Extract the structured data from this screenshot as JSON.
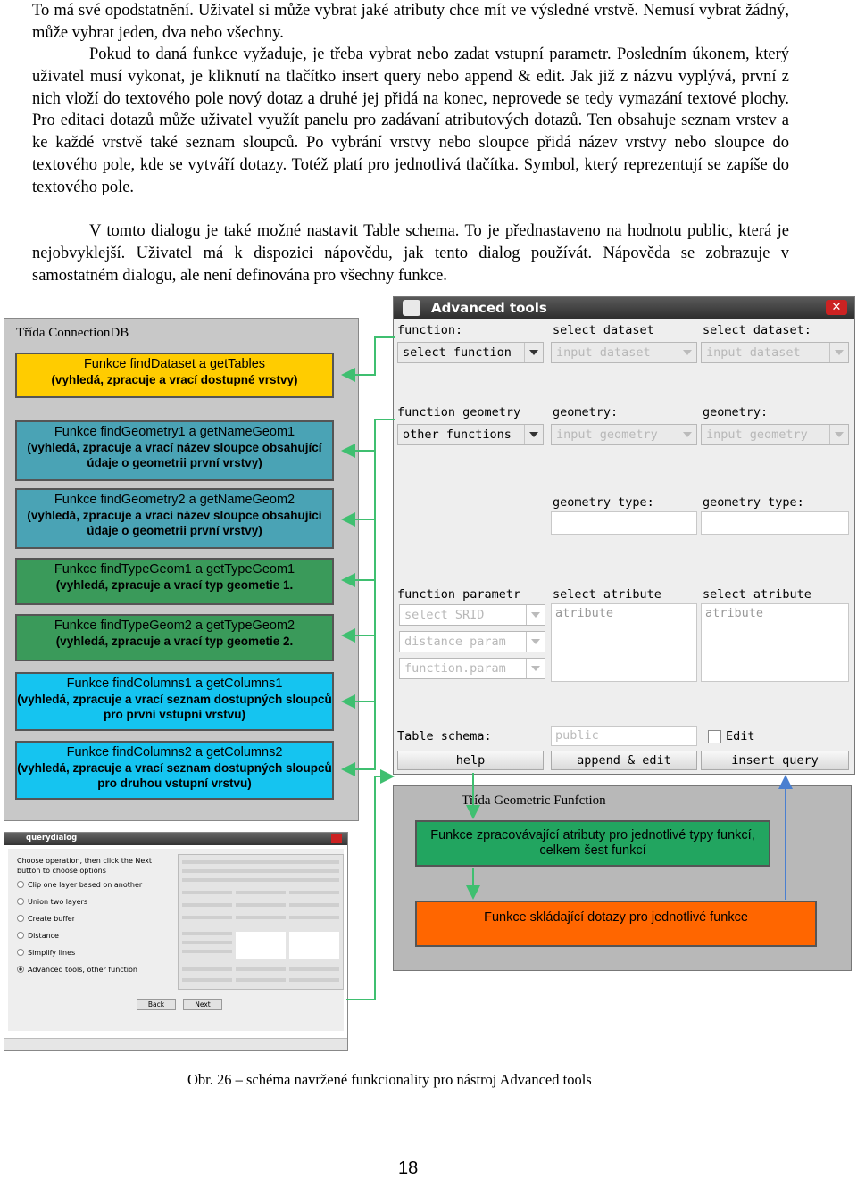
{
  "paragraphs": [
    "To má své opodstatnění. Uživatel si může vybrat jaké atributy chce mít ve výsledné vrstvě. Nemusí vybrat žádný, může vybrat jeden, dva nebo všechny.",
    "Pokud to daná funkce vyžaduje, je třeba vybrat nebo zadat vstupní parametr. Posledním úkonem, který uživatel musí vykonat, je kliknutí na tlačítko insert query nebo append & edit. Jak již z názvu vyplývá, první z nich vloží do textového pole nový dotaz a druhé jej přidá na konec, neprovede se tedy vymazání textové plochy. Pro editaci dotazů může uživatel využít panelu pro zadávaní atributových dotazů. Ten obsahuje seznam vrstev a ke každé vrstvě také seznam sloupců. Po vybrání vrstvy nebo sloupce přidá název vrstvy nebo sloupce do textového pole, kde se vytváří dotazy. Totéž platí pro jednotlivá tlačítka. Symbol, který reprezentují se zapíše do textového pole.",
    "V tomto dialogu je také možné nastavit Table schema. To je přednastaveno na hodnotu public, která je nejobvyklejší. Uživatel má k dispozici nápovědu, jak tento dialog používát. Nápověda se zobrazuje v samostatném dialogu, ale není definována pro všechny funkce."
  ],
  "connection_panel": {
    "title": "Třída ConnectionDB",
    "boxes": [
      {
        "title": "Funkce findDataset a getTables",
        "desc": "(vyhledá, zpracuje a vrací dostupné vrstvy)"
      },
      {
        "title": "Funkce findGeometry1 a getNameGeom1",
        "desc": "(vyhledá, zpracuje a vrací název sloupce obsahující  údaje o geometrii první vrstvy)"
      },
      {
        "title": "Funkce findGeometry2 a getNameGeom2",
        "desc": "(vyhledá, zpracuje a vrací název sloupce obsahující  údaje o geometrii první vrstvy)"
      },
      {
        "title": "Funkce findTypeGeom1 a getTypeGeom1",
        "desc": "(vyhledá, zpracuje a vrací typ geometie 1."
      },
      {
        "title": "Funkce findTypeGeom2 a getTypeGeom2",
        "desc": "(vyhledá, zpracuje a vrací typ geometie 2."
      },
      {
        "title": "Funkce findColumns1 a getColumns1",
        "desc": "(vyhledá, zpracuje a vrací seznam dostupných sloupců pro první vstupní vrstvu)"
      },
      {
        "title": "Funkce findColumns2 a getColumns2",
        "desc": "(vyhledá, zpracuje a vrací seznam dostupných sloupců pro druhou vstupní vrstvu)"
      }
    ]
  },
  "advanced_tools": {
    "title": "Advanced tools",
    "labels": {
      "function": "function:",
      "select_dataset": "select dataset",
      "select_dataset2": "select dataset:",
      "function_geometry": "function geometry",
      "geometry": "geometry:",
      "geometry2": "geometry:",
      "geometry_type": "geometry type:",
      "geometry_type2": "geometry type:",
      "function_param": "function parametr",
      "select_atribute": "select atribute",
      "select_atribute2": "select atribute",
      "table_schema": "Table schema:"
    },
    "combos": {
      "select_function": "select function",
      "input_dataset1": "input dataset",
      "input_dataset2": "input dataset",
      "other_functions": "other functions",
      "input_geometry1": "input geometry",
      "input_geometry2": "input geometry",
      "select_srid": "select SRID",
      "distance_param": "distance param",
      "function_param": "function.param"
    },
    "areas": {
      "atribute1": "atribute",
      "atribute2": "atribute"
    },
    "schema_value": "public",
    "edit_label": "Edit",
    "buttons": {
      "help": "help",
      "append_edit": "append & edit",
      "insert_query": "insert query"
    }
  },
  "geometric_panel": {
    "title": "Třída Geometric Funfction",
    "box1": "Funkce zpracovávající atributy pro jednotlivé typy funkcí, celkem šest funkcí",
    "box2": "Funkce skládající dotazy pro jednotlivé funkce"
  },
  "querydialog": {
    "title": "querydialog",
    "intro": "Choose operation, then click the Next button to choose options",
    "options": [
      {
        "label": "Clip one layer based on another",
        "selected": false
      },
      {
        "label": "Union two layers",
        "selected": false
      },
      {
        "label": "Create buffer",
        "selected": false
      },
      {
        "label": "Distance",
        "selected": false
      },
      {
        "label": "Simplify lines",
        "selected": false
      },
      {
        "label": "Advanced tools, other function",
        "selected": true
      }
    ],
    "back": "Back",
    "next": "Next"
  },
  "caption": "Obr. 26 – schéma navržené funkcionality pro nástroj Advanced tools",
  "page_number": "18",
  "colors": {
    "yellow": "#ffcc00",
    "teal": "#4aa3b5",
    "green": "#3a9a5a",
    "cyan": "#15c4f0",
    "orange": "#ff6600",
    "arrow_green": "#3fbf70",
    "arrow_blue": "#4a7fd0"
  }
}
